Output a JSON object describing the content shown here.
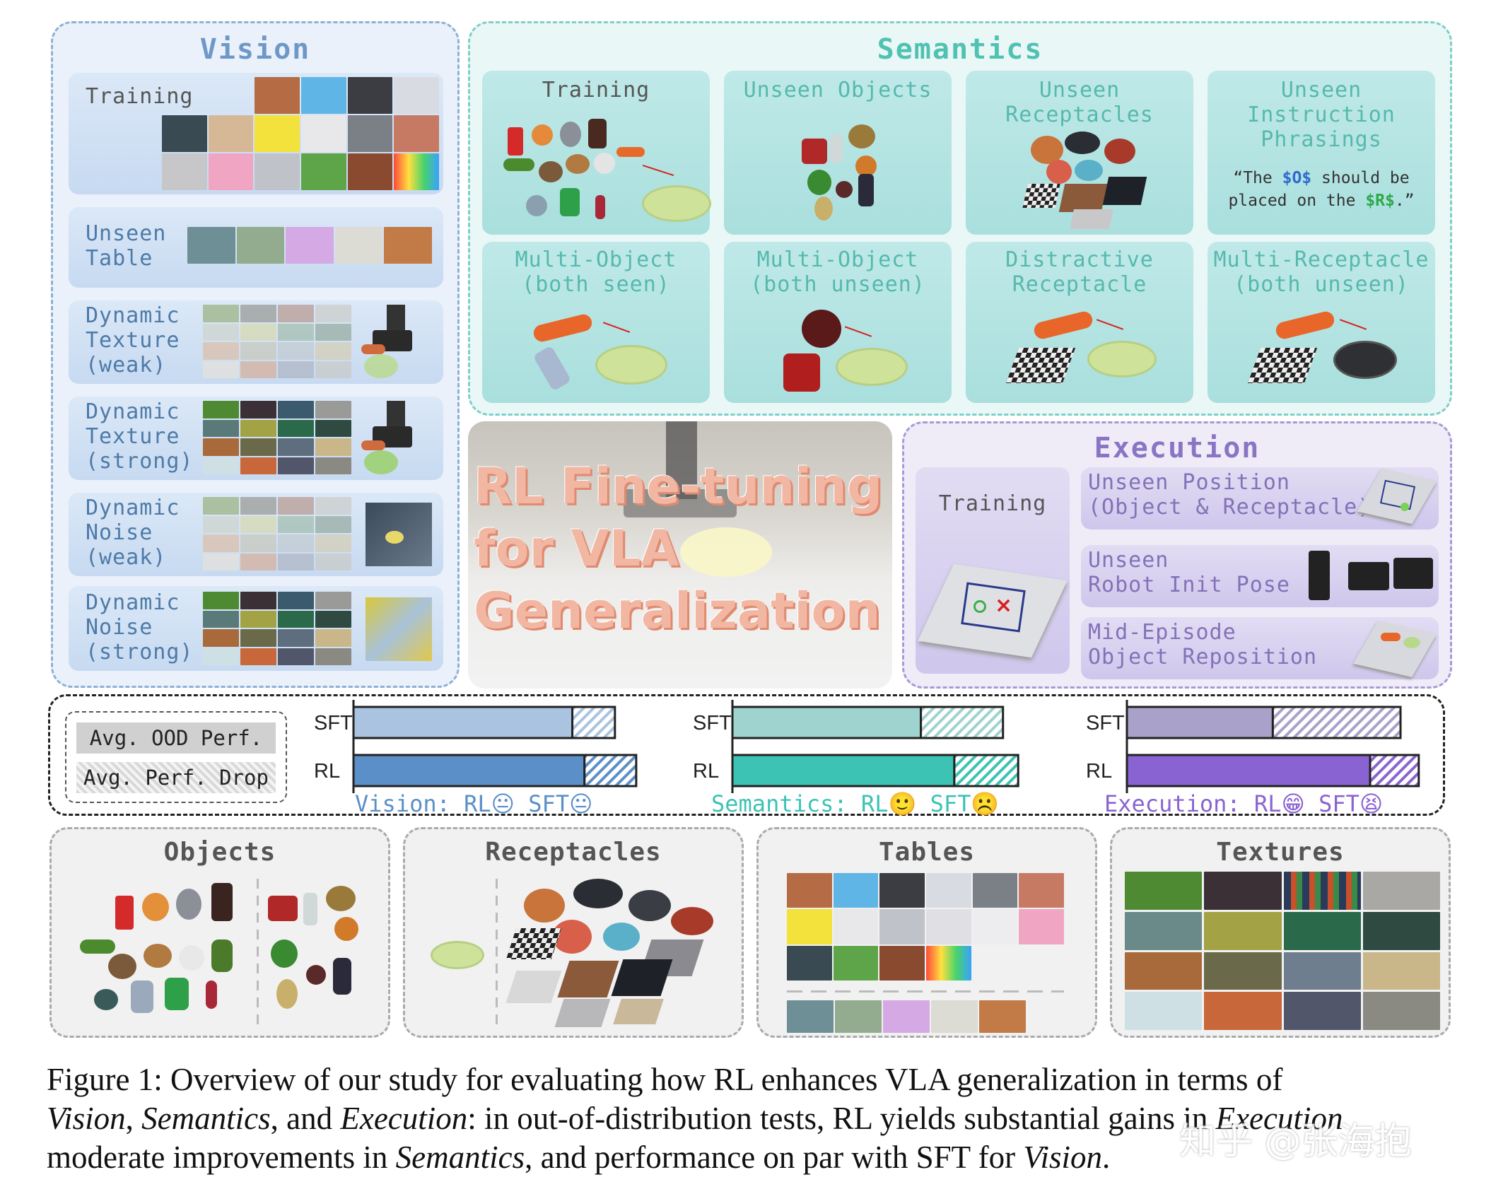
{
  "vision": {
    "title": "Vision",
    "cards": [
      {
        "label": "Training"
      },
      {
        "label": "Unseen\nTable"
      },
      {
        "label": "Dynamic\nTexture\n(weak)"
      },
      {
        "label": "Dynamic\nTexture\n(strong)"
      },
      {
        "label": "Dynamic\nNoise\n(weak)"
      },
      {
        "label": "Dynamic\nNoise\n(strong)"
      }
    ]
  },
  "semantics": {
    "title": "Semantics",
    "cards": [
      {
        "label": "Training"
      },
      {
        "label": "Unseen Objects"
      },
      {
        "label": "Unseen\nReceptacles"
      },
      {
        "label": "Unseen\nInstruction\nPhrasings"
      },
      {
        "label": "Multi-Object\n(both seen)"
      },
      {
        "label": "Multi-Object\n(both unseen)"
      },
      {
        "label": "Distractive\nReceptacle"
      },
      {
        "label": "Multi-Receptacle\n(both unseen)"
      }
    ],
    "instruction": {
      "pre": "“The ",
      "obj": "$O$",
      "mid": " should be",
      "line2": "placed on the ",
      "rec": "$R$",
      "post": ".”"
    }
  },
  "center": {
    "line1": "RL Fine-tuning",
    "line2": "for VLA",
    "line3": "Generalization"
  },
  "execution": {
    "title": "Execution",
    "training": "Training",
    "cards": [
      {
        "label": "Unseen Position\n(Object & Receptacle)"
      },
      {
        "label": "Unseen\nRobot Init Pose"
      },
      {
        "label": "Mid-Episode\nObject Reposition"
      }
    ]
  },
  "legend": {
    "ood": "Avg. OOD Perf.",
    "drop": "Avg. Perf. Drop"
  },
  "chart_data": [
    {
      "type": "bar",
      "axis": "Vision",
      "categories": [
        "SFT",
        "RL"
      ],
      "series": [
        {
          "name": "Avg. OOD Perf.",
          "values": [
            0.72,
            0.76
          ]
        },
        {
          "name": "Avg. Perf. Drop",
          "values": [
            0.14,
            0.17
          ]
        }
      ],
      "caption_prefix": "Vision: RL",
      "caption_mid": "SFT",
      "rl_emoji": "😐",
      "sft_emoji": "😐"
    },
    {
      "type": "bar",
      "axis": "Semantics",
      "categories": [
        "SFT",
        "RL"
      ],
      "series": [
        {
          "name": "Avg. OOD Perf.",
          "values": [
            0.62,
            0.73
          ]
        },
        {
          "name": "Avg. Perf. Drop",
          "values": [
            0.27,
            0.21
          ]
        }
      ],
      "caption_prefix": "Semantics: RL",
      "caption_mid": "SFT",
      "rl_emoji": "🙂",
      "sft_emoji": "☹️"
    },
    {
      "type": "bar",
      "axis": "Execution",
      "categories": [
        "SFT",
        "RL"
      ],
      "series": [
        {
          "name": "Avg. OOD Perf.",
          "values": [
            0.48,
            0.8
          ]
        },
        {
          "name": "Avg. Perf. Drop",
          "values": [
            0.42,
            0.16
          ]
        }
      ],
      "caption_prefix": "Execution: RL",
      "caption_mid": "SFT",
      "rl_emoji": "😁",
      "sft_emoji": "😫"
    }
  ],
  "bottom": {
    "objects": "Objects",
    "receptacles": "Receptacles",
    "tables": "Tables",
    "textures": "Textures"
  },
  "caption": {
    "l1": "Figure 1: Overview of our study for evaluating how RL enhances VLA generalization in terms of",
    "l2a": "Vision",
    "l2b": ", ",
    "l2c": "Semantics",
    "l2d": ", and ",
    "l2e": "Execution",
    "l2f": ": in out-of-distribution tests, RL yields substantial gains in ",
    "l2g": "Execution",
    "l3a": "moderate improvements in ",
    "l3b": "Semantics",
    "l3c": ", and performance on par with SFT for ",
    "l3d": "Vision",
    "l3e": "."
  },
  "watermark": "知乎 @张海抱",
  "colors": {
    "vision": "#5b8fc7",
    "semantics": "#3cc3b4",
    "execution": "#8a63d2",
    "sft_vision": "#a9c3e0",
    "sft_sem": "#9fd3cf",
    "sft_exec": "#a9a1c9"
  }
}
